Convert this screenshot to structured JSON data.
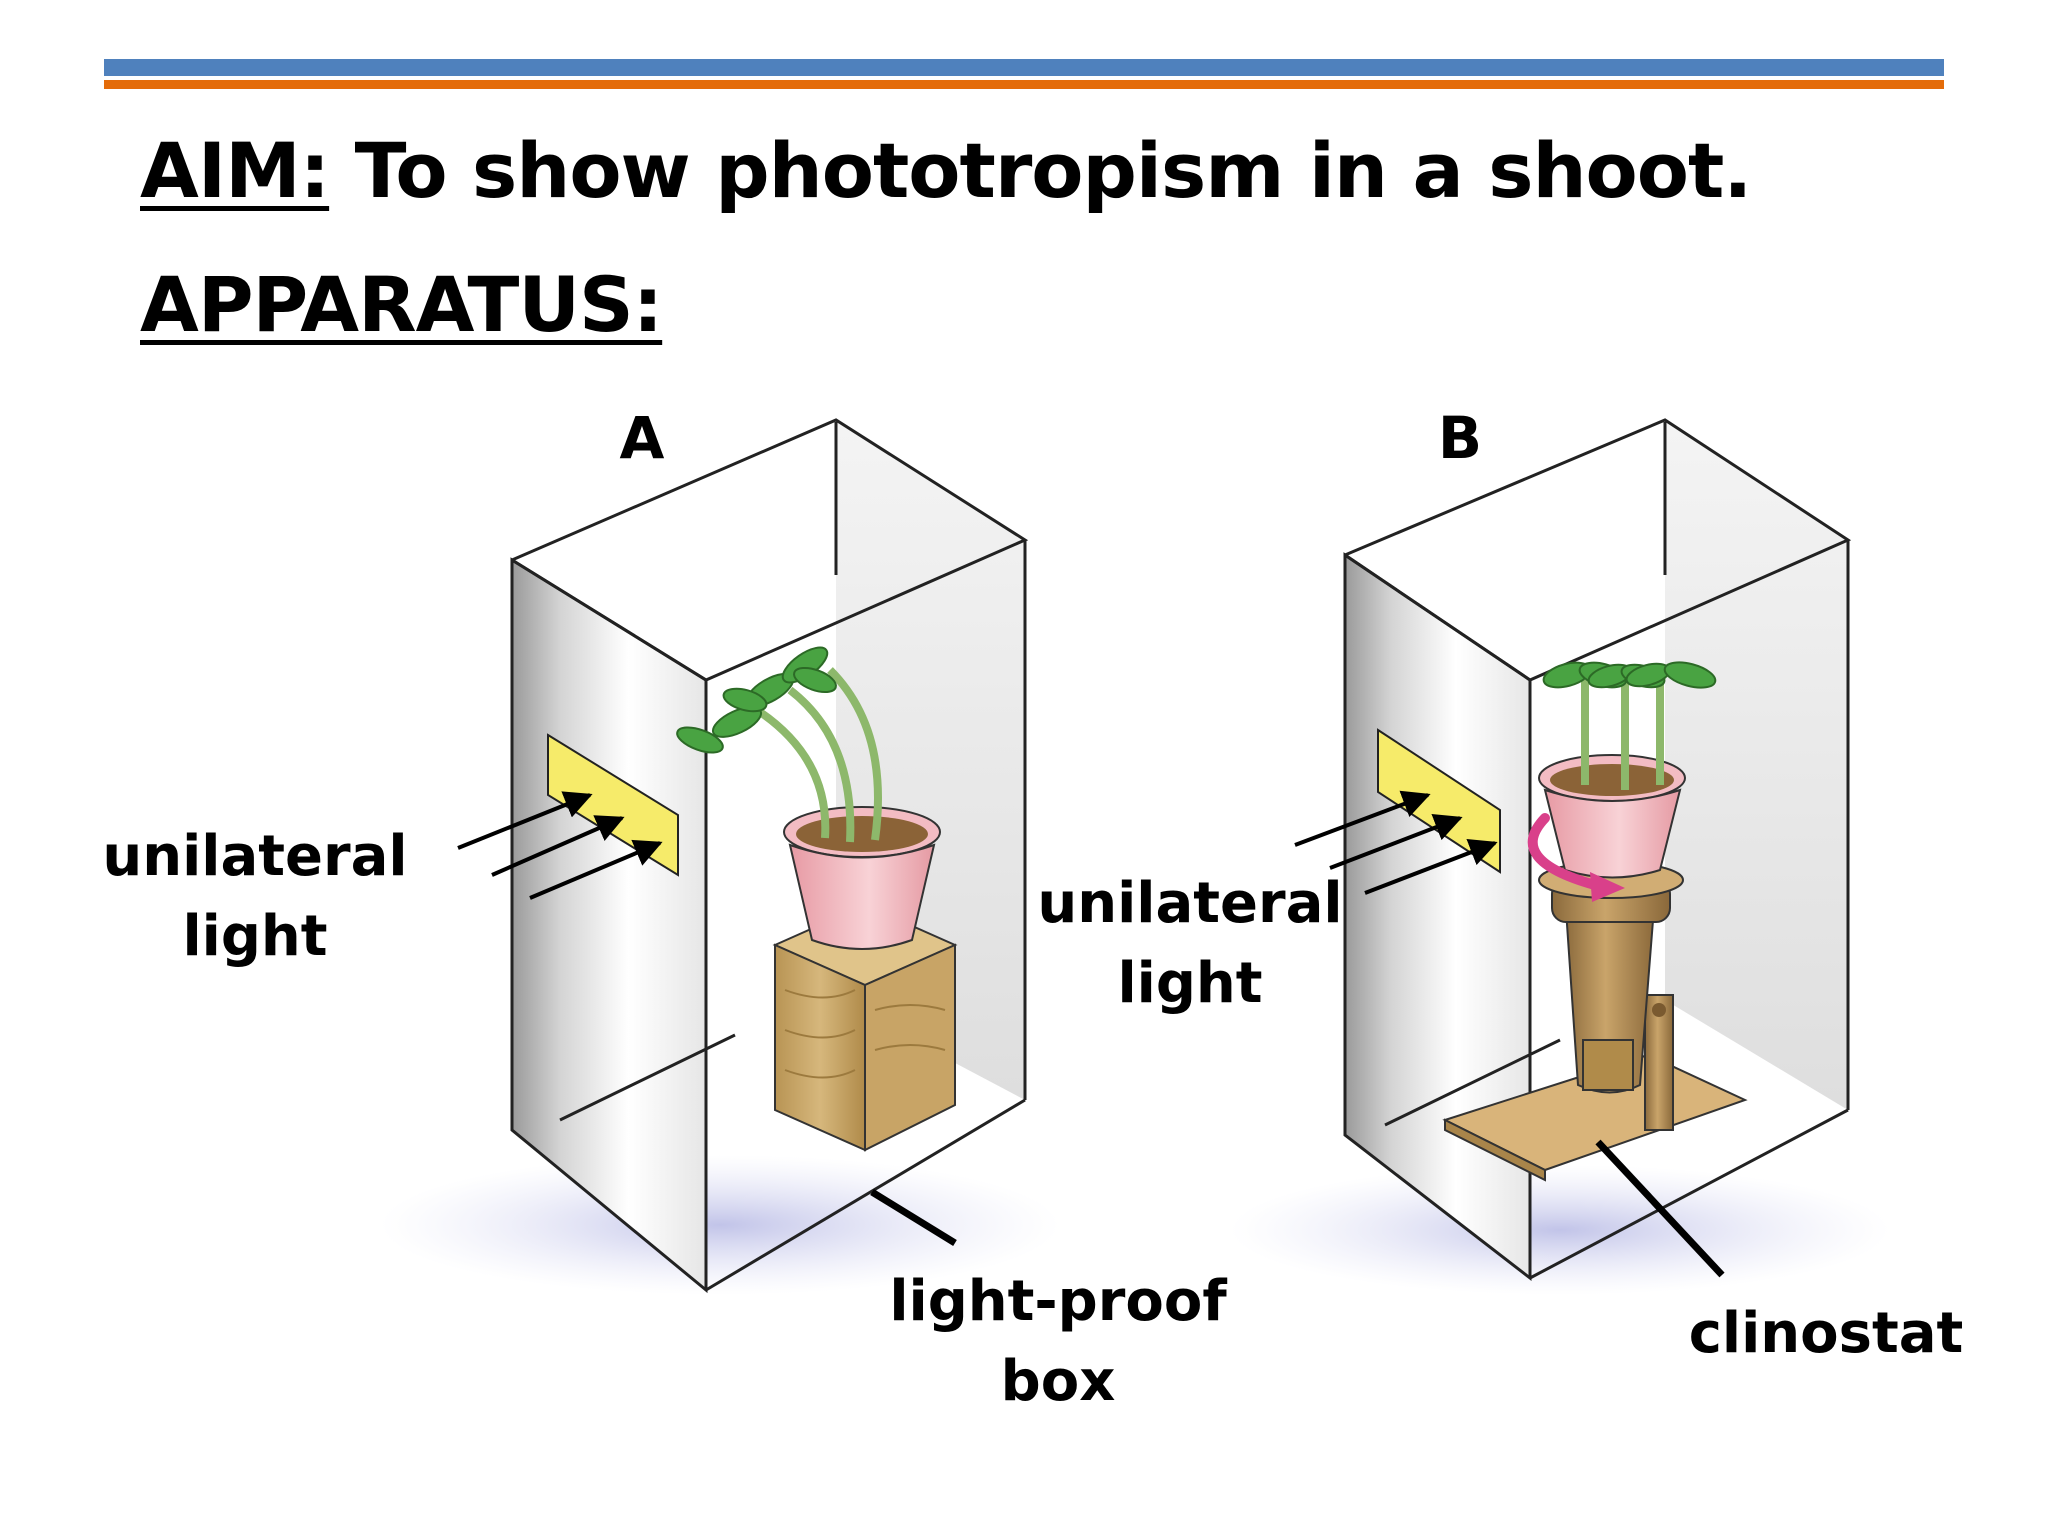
{
  "header": {
    "aim_label": "AIM:",
    "aim_text": " To show phototropism in a shoot.",
    "apparatus_label": "APPARATUS:"
  },
  "diagram": {
    "panel_a": {
      "letter": "A",
      "light_label_line1": "unilateral",
      "light_label_line2": "light",
      "box_label_line1": "light-proof",
      "box_label_line2": "box"
    },
    "panel_b": {
      "letter": "B",
      "light_label_line1": "unilateral",
      "light_label_line2": "light",
      "clinostat_label": "clinostat"
    }
  },
  "colors": {
    "accent_blue": "#4F81BD",
    "accent_orange": "#E46C0A",
    "light_window": "#F6EB6A",
    "pot": "#F2B7BE",
    "wood": "#C9A867",
    "leaf": "#49A342",
    "stem": "#8DB86B",
    "rotation_arrow": "#D9408A"
  }
}
